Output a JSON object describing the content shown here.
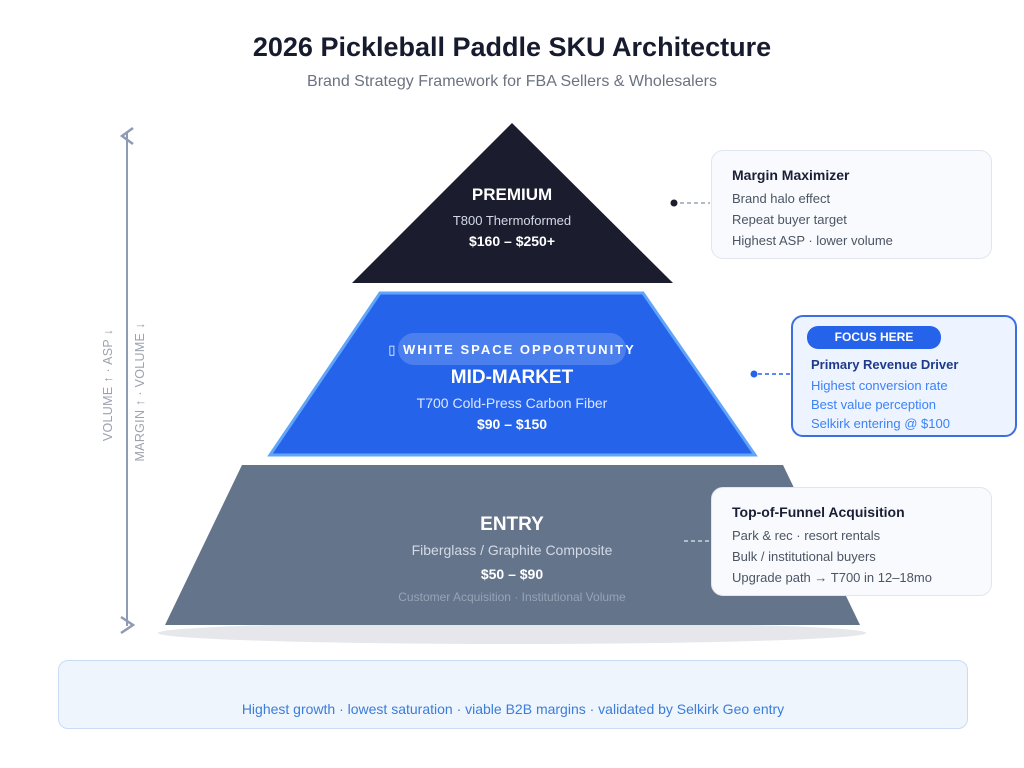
{
  "header": {
    "title": "2026 Pickleball Paddle SKU Architecture",
    "subtitle": "Brand Strategy Framework for FBA Sellers & Wholesalers"
  },
  "axis": {
    "left_label": "VOLUME ↑ · ASP ↓",
    "right_label": "MARGIN ↑ · VOLUME ↓"
  },
  "tiers": {
    "premium": {
      "name": "PREMIUM",
      "material": "T800 Thermoformed",
      "price": "$160 – $250+",
      "color": "#1b1d2e"
    },
    "mid": {
      "badge": "▯ WHITE SPACE OPPORTUNITY",
      "name": "MID-MARKET",
      "material": "T700 Cold-Press Carbon Fiber",
      "price": "$90 – $150",
      "color": "#2563eb"
    },
    "entry": {
      "name": "ENTRY",
      "material": "Fiberglass / Graphite Composite",
      "price": "$50 – $90",
      "note": "Customer Acquisition · Institutional Volume",
      "color": "#64748b"
    }
  },
  "cards": {
    "premium": {
      "title": "Margin Maximizer",
      "lines": [
        "Brand halo effect",
        "Repeat buyer target",
        "Highest ASP · lower volume"
      ]
    },
    "mid": {
      "pill": "FOCUS HERE",
      "title": "Primary Revenue Driver",
      "lines": [
        "Highest conversion rate",
        "Best value perception",
        "Selkirk entering @ $100"
      ]
    },
    "entry": {
      "title": "Top-of-Funnel Acquisition",
      "lines": [
        "Park & rec · resort rentals",
        "Bulk / institutional buyers",
        "Upgrade path → T700 in 12–18mo"
      ]
    }
  },
  "banner": {
    "text": "Highest growth · lowest saturation · viable B2B margins · validated by Selkirk Geo entry"
  }
}
